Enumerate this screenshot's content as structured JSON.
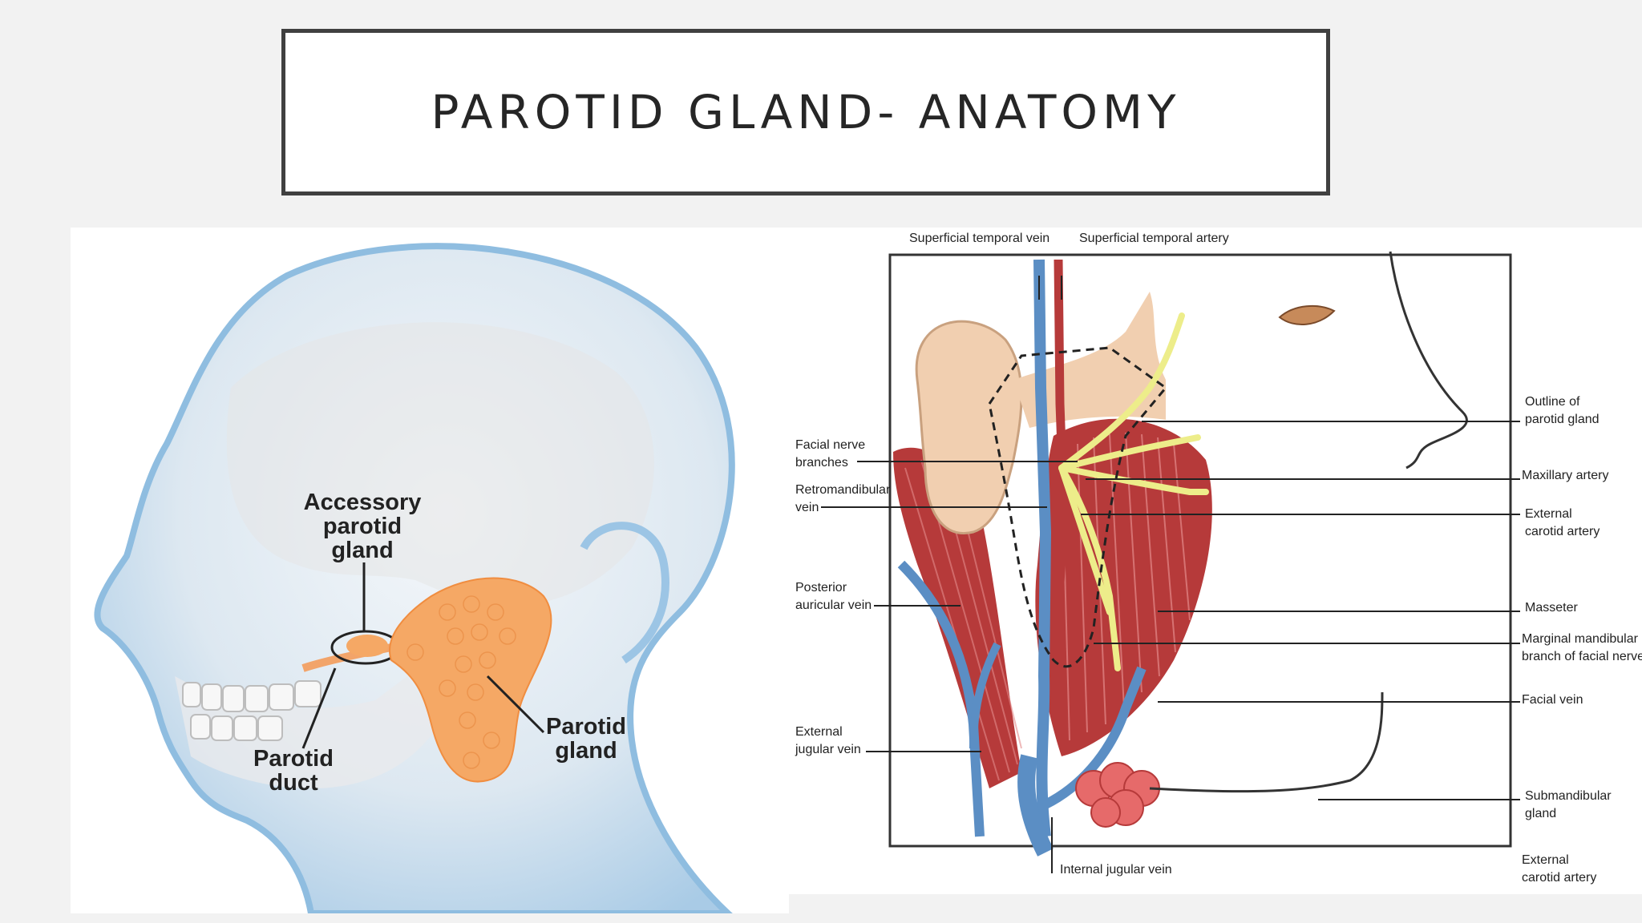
{
  "slide": {
    "title": "PAROTID GLAND- ANATOMY"
  },
  "left_figure": {
    "labels": {
      "accessory_line1": "Accessory",
      "accessory_line2": "parotid",
      "accessory_line3": "gland",
      "duct_line1": "Parotid",
      "duct_line2": "duct",
      "gland_line1": "Parotid",
      "gland_line2": "gland"
    }
  },
  "right_figure": {
    "labels": {
      "sup_temporal_vein": "Superficial temporal vein",
      "sup_temporal_artery": "Superficial temporal artery",
      "facial_nerve_1": "Facial nerve",
      "facial_nerve_2": "branches",
      "retromandibular_1": "Retromandibular",
      "retromandibular_2": "vein",
      "posterior_auricular_1": "Posterior",
      "posterior_auricular_2": "auricular vein",
      "external_jugular_1": "External",
      "external_jugular_2": "jugular vein",
      "internal_jugular": "Internal jugular vein",
      "outline_parotid_1": "Outline of",
      "outline_parotid_2": "parotid gland",
      "maxillary_artery": "Maxillary artery",
      "external_carotid_1": "External",
      "external_carotid_2": "carotid artery",
      "masseter": "Masseter",
      "marginal_mandibular_1": "Marginal mandibular",
      "marginal_mandibular_2": "branch of facial nerve",
      "facial_vein": "Facial vein",
      "submandibular_1": "Submandibular",
      "submandibular_2": "gland",
      "external_carotid_bottom_1": "External",
      "external_carotid_bottom_2": "carotid artery"
    }
  }
}
